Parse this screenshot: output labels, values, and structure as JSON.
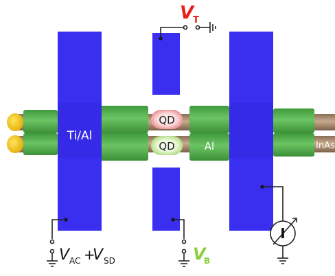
{
  "labels": {
    "vt_main": "V",
    "vt_sub": "T",
    "vb_main": "V",
    "vb_sub": "B",
    "vac_main": "V",
    "vac_sub": "AC",
    "vac_plus": "+",
    "vsd_main": "V",
    "vsd_sub": "SD",
    "ti_al": "Ti/Al",
    "al": "Al",
    "qd_top": "QD",
    "qd_bottom": "QD",
    "inas": "InAs",
    "ammeter": "I"
  },
  "colors": {
    "gate_blue": "#3a2ff0",
    "shell_green": "#57b04e",
    "wire_brown": "#a88b6e",
    "wire_tip_yellow": "#f2c200",
    "qd_top_glow": "#f4a4a8",
    "qd_bottom_glow": "#d6efb0",
    "label_red": "#e8201a",
    "label_green": "#8ccf3c",
    "label_black": "#111111",
    "circuit_line": "#222222"
  },
  "icons": [
    "ground-symbol",
    "ammeter-symbol",
    "switch-terminal"
  ]
}
